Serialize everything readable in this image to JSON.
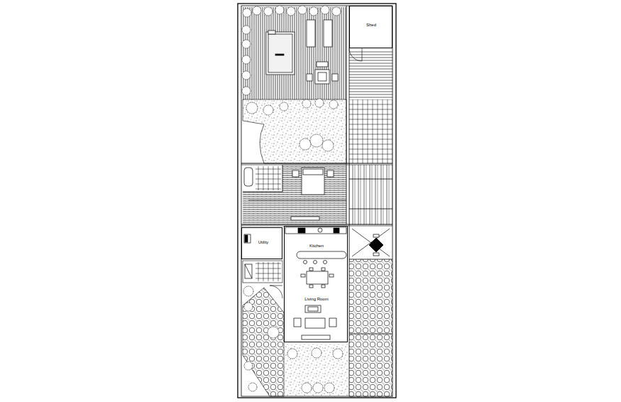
{
  "diagram": {
    "nodes": [
      {
        "text": [
          "Shed"
        ]
      },
      {
        "text": [
          "Utility"
        ]
      },
      {
        "text": [
          "Kitchen",
          "Living Room"
        ]
      }
    ]
  }
}
